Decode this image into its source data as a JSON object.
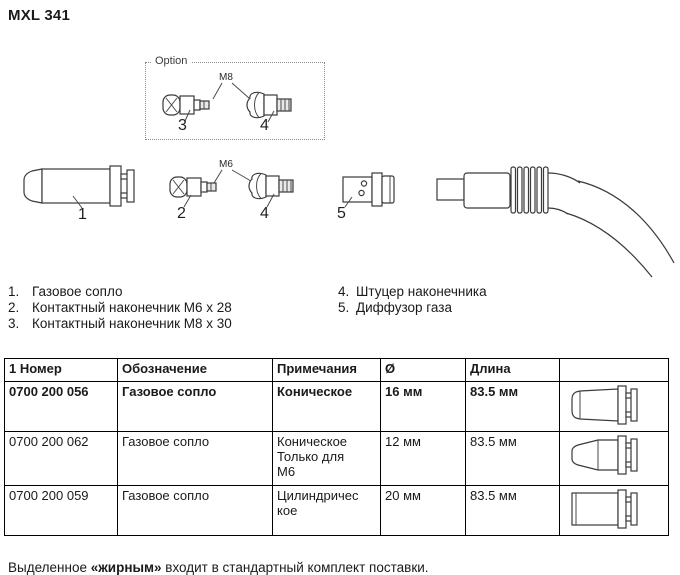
{
  "page": {
    "title": "MXL 341",
    "footnote": {
      "prefix": "Выделенное ",
      "bold": "«жирным»",
      "suffix": " входит в стандартный комплект поставки."
    }
  },
  "diagram": {
    "option_label": "Option",
    "thread_labels": {
      "m8": "M8",
      "m6": "M6"
    },
    "callouts": {
      "part1": "1",
      "part2": "2",
      "part3": "3",
      "part4_option": "4",
      "part4": "4",
      "part5": "5"
    }
  },
  "parts_list": {
    "left": [
      {
        "num": "1.",
        "label": "Газовое сопло"
      },
      {
        "num": "2.",
        "label": "Контактный наконечник M6 x 28"
      },
      {
        "num": "3.",
        "label": "Контактный наконечник M8 x 30"
      }
    ],
    "right": [
      {
        "num": "4.",
        "label": "Штуцер наконечника"
      },
      {
        "num": "5.",
        "label": "Диффузор газа"
      }
    ]
  },
  "table": {
    "headers": [
      "1 Номер",
      "Обозначение",
      "Примечания",
      "Ø",
      "Длина",
      ""
    ],
    "rows": [
      {
        "number": "0700 200 056",
        "designation": "Газовое сопло",
        "notes": "Коническое",
        "diameter": "16 мм",
        "length": "83.5 мм"
      },
      {
        "number": "0700 200 062",
        "designation": "Газовое сопло",
        "notes": "Коническое\nТолько для\nМ6",
        "diameter": "12 мм",
        "length": "83.5 мм"
      },
      {
        "number": "0700 200 059",
        "designation": "Газовое сопло",
        "notes": "Цилиндричес\nкое",
        "diameter": "20 мм",
        "length": "83.5 мм"
      }
    ]
  }
}
